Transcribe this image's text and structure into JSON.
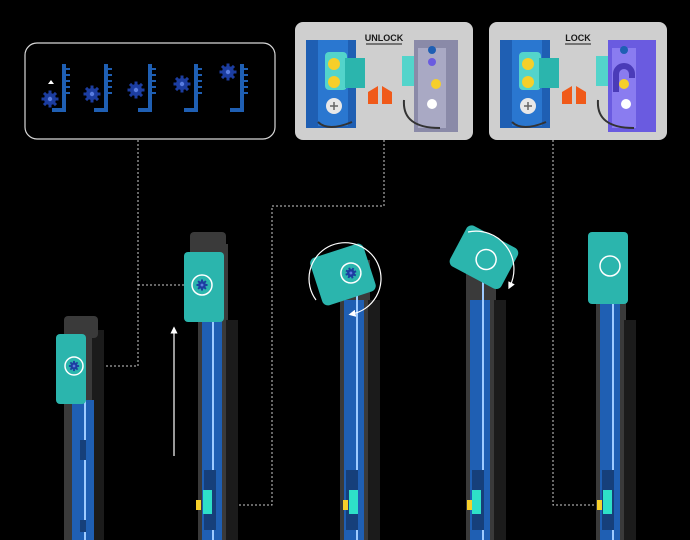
{
  "colors": {
    "background": "#000000",
    "panel_fill": "#cfcfcf",
    "rail_blue": "#1f5fb3",
    "rail_blue_dark": "#163f7a",
    "housing_dark": "#3a3a3a",
    "housing_black": "#1b1b1b",
    "cap_teal": "#2bb5ad",
    "cap_teal_light": "#53d4cb",
    "accent_orange": "#f05a1a",
    "accent_yellow": "#f6cf2a",
    "gear_blue": "#1c3da0",
    "purple": "#6a5be0",
    "connector_line": "#cccccc",
    "arrow_white": "#ffffff"
  },
  "panels": {
    "gear_sequence": {
      "icon": "gear-rack-sequence",
      "frames": 5
    },
    "unlock": {
      "label": "UNLOCK",
      "icon": "latch-unlocked"
    },
    "lock": {
      "label": "LOCK",
      "icon": "latch-locked"
    }
  },
  "stages": [
    {
      "id": "retracted",
      "cap_rotation": "none",
      "motion_arrow": "none"
    },
    {
      "id": "extended",
      "cap_rotation": "none",
      "motion_arrow": "up"
    },
    {
      "id": "rotating-clockwise",
      "cap_rotation": "tilted-right",
      "motion_arrow": "clockwise-arc"
    },
    {
      "id": "rotating-counterclockwise",
      "cap_rotation": "tilted-left",
      "motion_arrow": "counterclockwise-arc"
    },
    {
      "id": "locked",
      "cap_rotation": "none",
      "motion_arrow": "none"
    }
  ]
}
